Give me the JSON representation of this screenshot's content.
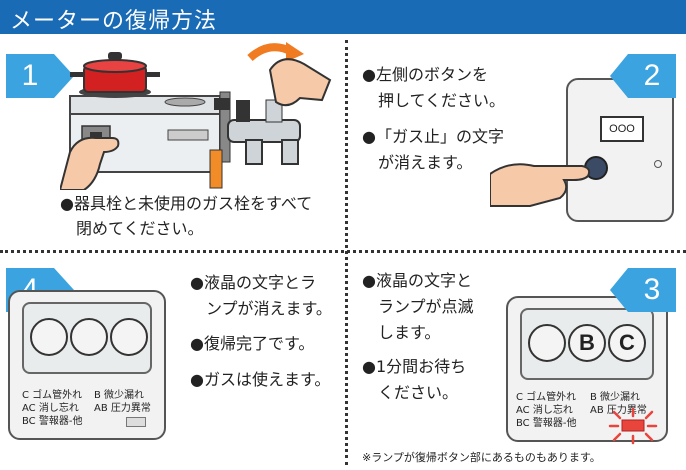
{
  "header": {
    "title": "メーターの復帰方法"
  },
  "steps": [
    {
      "number": "1",
      "lines": [
        "●器具栓と未使用のガス栓をすべて",
        "閉めてください。"
      ]
    },
    {
      "number": "2",
      "lines": [
        "●左側のボタンを",
        "押してください。",
        "●「ガス止」の文字",
        "が消えます。"
      ],
      "display_text": "OOO"
    },
    {
      "number": "3",
      "lines": [
        "●液晶の文字と",
        "ランプが点滅",
        "します。",
        "●1分間お待ち",
        "ください。"
      ],
      "display_circles": [
        "",
        "B",
        "C"
      ]
    },
    {
      "number": "4",
      "lines": [
        "●液晶の文字とラ",
        "ンプが消えます。",
        "●復帰完了です。",
        "●ガスは使えます。"
      ],
      "display_circles": [
        "",
        "",
        ""
      ]
    }
  ],
  "meter_labels": {
    "row1a": "C ゴム管外れ",
    "row1b": "B 微少漏れ",
    "row2a": "AC 消し忘れ",
    "row2b": "AB 圧力異常",
    "row3a": "BC 警報器-他"
  },
  "footnote": "※ランプが復帰ボタン部にあるものもあります。",
  "colors": {
    "title_bar": "#1a6bb5",
    "badge": "#3aa3e0",
    "lamp_blink": "#e8453c",
    "pot": "#d32020"
  }
}
